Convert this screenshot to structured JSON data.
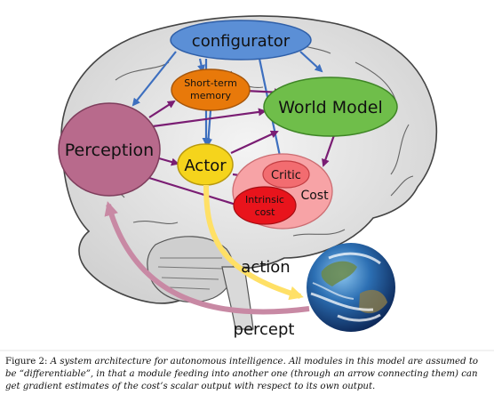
{
  "modules": {
    "configurator": "configurator",
    "short_term_memory_line1": "Short-term",
    "short_term_memory_line2": "memory",
    "world_model": "World Model",
    "perception": "Perception",
    "actor": "Actor",
    "critic": "Critic",
    "intrinsic_cost_line1": "Intrinsic",
    "intrinsic_cost_line2": "cost",
    "cost": "Cost"
  },
  "signals": {
    "action": "action",
    "percept": "percept"
  },
  "caption": {
    "label": "Figure 2:",
    "text": "A system architecture for autonomous intelligence. All modules in this model are assumed to be “differentiable”, in that a module feeding into another one (through an arrow connecting them) can get gradient estimates of the cost’s scalar output with respect to its own output."
  },
  "colors": {
    "configurator_fill": "#5b8fd6",
    "memory_fill": "#e8790a",
    "world_model_fill": "#6fbe4a",
    "perception_fill": "#b86a8c",
    "actor_fill": "#f5d41c",
    "cost_fill": "#f7a3a6",
    "critic_fill": "#f26c70",
    "intrinsic_fill": "#e8141c",
    "blue_arrow": "#3d6fbf",
    "purple_arrow": "#7a1d73",
    "action_arrow": "#ffe066",
    "percept_arrow": "#c889a4"
  }
}
